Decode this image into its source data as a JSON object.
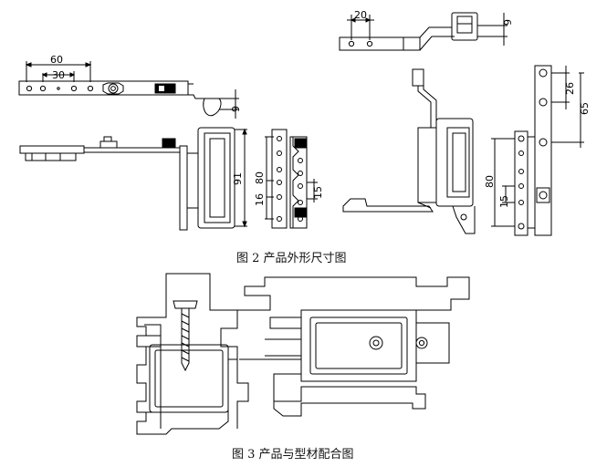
{
  "figure2": {
    "caption": "图 2  产品外形尺寸图",
    "dimensions": {
      "d60": "60",
      "d30": "30",
      "d9_left": "9",
      "d91": "91",
      "d80_left": "80",
      "d16": "16",
      "d15_left": "15",
      "d20": "20",
      "d9_right": "9",
      "d26": "26",
      "d65": "65",
      "d80_right": "80",
      "d15_right": "15"
    }
  },
  "figure3": {
    "caption": "图 3 产品与型材配合图"
  }
}
